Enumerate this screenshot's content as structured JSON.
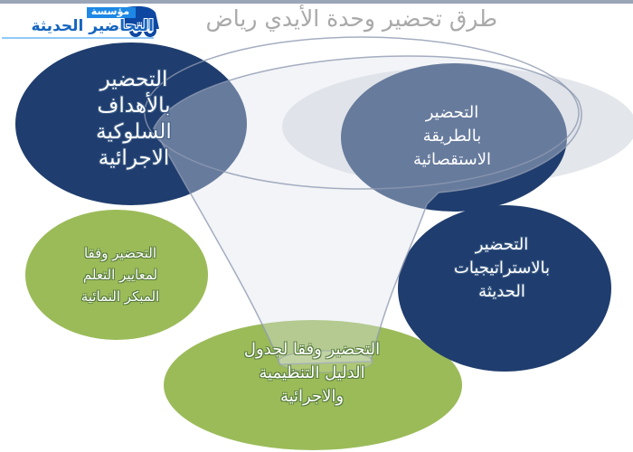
{
  "header": {
    "title": "طرق تحضير وحدة الأيدي رياض",
    "logo": {
      "small_text": "مؤسسة",
      "main_text": "التحاضير الحديثة"
    }
  },
  "diagram": {
    "nodes": [
      {
        "id": "behavioral",
        "text": "التحضير\nبالأهداف\nالسلوكية\nالاجرائية"
      },
      {
        "id": "inductive",
        "text": "التحضير\nبالطريقة\nالاستقصائية"
      },
      {
        "id": "strategies",
        "text": "التحضير\nبالاستراتيجيات\nالحديثة"
      },
      {
        "id": "standards",
        "text": "التحضير وفقا\nلمعايير التعلم\nالمبكر النمائية"
      },
      {
        "id": "guide",
        "text": "التحضير وفقا لجدول\nالدليل التنظيمية\nوالاجرائية"
      }
    ],
    "colors": {
      "dark_blue": "#1f3d6e",
      "green": "#9bbb59",
      "funnel_fill": "#e3e6ea",
      "funnel_stroke": "#8f9ab0"
    }
  }
}
